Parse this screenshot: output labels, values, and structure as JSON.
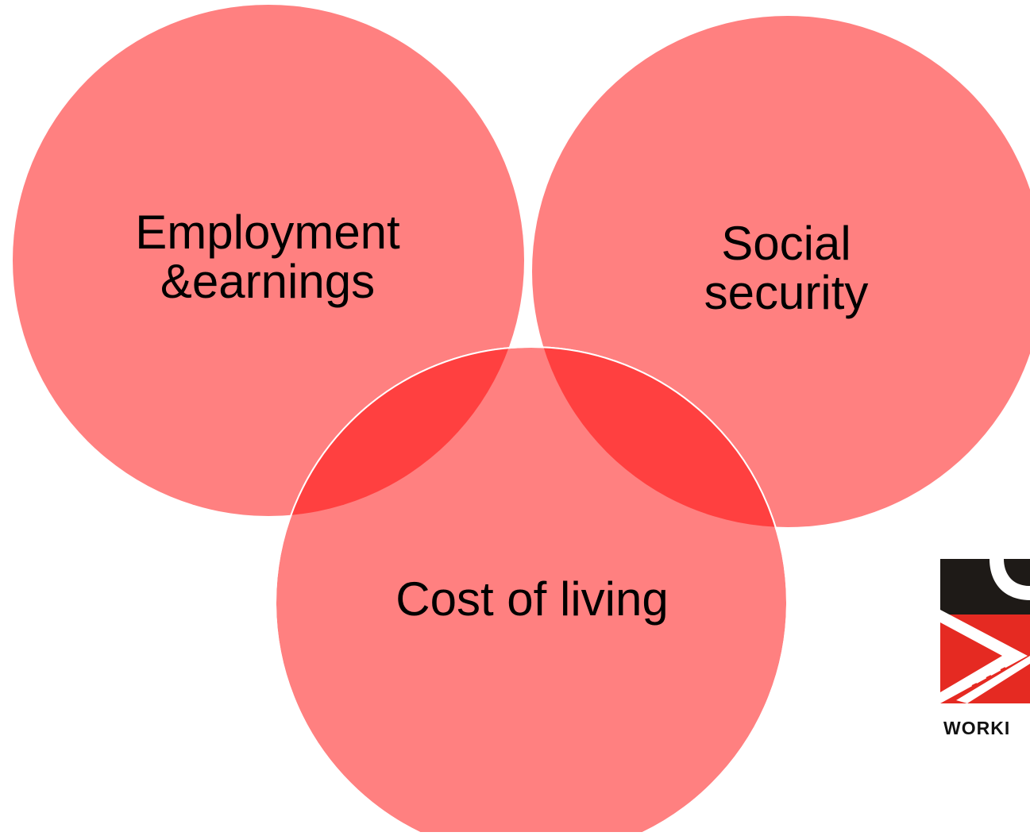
{
  "diagram": {
    "type": "venn",
    "fill_color": "#ff8080",
    "overlap_color": "#ff4040",
    "circles": [
      {
        "lines": [
          "Employment",
          "&earnings"
        ]
      },
      {
        "lines": [
          "Social",
          "security"
        ]
      },
      {
        "lines": [
          "Cost of living"
        ]
      }
    ]
  },
  "logo": {
    "wordmark": "WORKI",
    "colors": {
      "dark": "#1e1a17",
      "red": "#e52a22"
    }
  }
}
